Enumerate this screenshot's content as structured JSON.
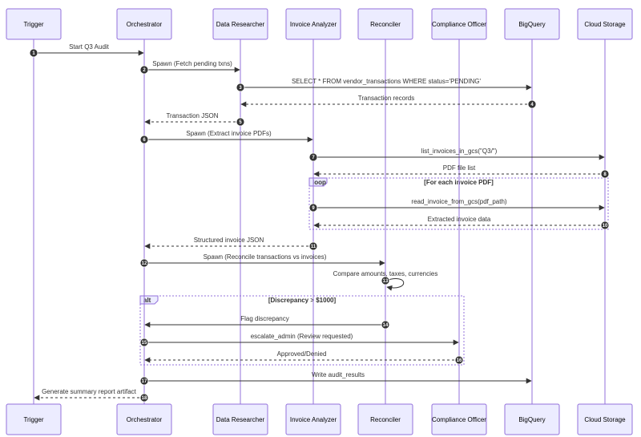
{
  "participants": [
    {
      "id": "trigger",
      "label": "Trigger"
    },
    {
      "id": "orchestrator",
      "label": "Orchestrator"
    },
    {
      "id": "data-researcher",
      "label": "Data Researcher"
    },
    {
      "id": "invoice-analyzer",
      "label": "Invoice Analyzer"
    },
    {
      "id": "reconciler",
      "label": "Reconciler"
    },
    {
      "id": "compliance-officer",
      "label": "Compliance Officer"
    },
    {
      "id": "bigquery",
      "label": "BigQuery"
    },
    {
      "id": "cloud-storage",
      "label": "Cloud Storage"
    }
  ],
  "messages": [
    {
      "num": "1",
      "from": "trigger",
      "to": "orchestrator",
      "label": "Start Q3 Audit",
      "dashed": false
    },
    {
      "num": "2",
      "from": "orchestrator",
      "to": "data-researcher",
      "label": "Spawn (Fetch pending txns)",
      "dashed": false
    },
    {
      "num": "3",
      "from": "data-researcher",
      "to": "bigquery",
      "label": "SELECT * FROM vendor_transactions WHERE status='PENDING'",
      "dashed": false
    },
    {
      "num": "4",
      "from": "bigquery",
      "to": "data-researcher",
      "label": "Transaction records",
      "dashed": true
    },
    {
      "num": "5",
      "from": "data-researcher",
      "to": "orchestrator",
      "label": "Transaction JSON",
      "dashed": true
    },
    {
      "num": "6",
      "from": "orchestrator",
      "to": "invoice-analyzer",
      "label": "Spawn (Extract invoice PDFs)",
      "dashed": false
    },
    {
      "num": "7",
      "from": "invoice-analyzer",
      "to": "cloud-storage",
      "label": "list_invoices_in_gcs(\"Q3/\")",
      "dashed": false
    },
    {
      "num": "8",
      "from": "cloud-storage",
      "to": "invoice-analyzer",
      "label": "PDF file list",
      "dashed": true
    },
    {
      "num": "9",
      "from": "invoice-analyzer",
      "to": "cloud-storage",
      "label": "read_invoice_from_gcs(pdf_path)",
      "dashed": false
    },
    {
      "num": "10",
      "from": "cloud-storage",
      "to": "invoice-analyzer",
      "label": "Extracted invoice data",
      "dashed": true
    },
    {
      "num": "11",
      "from": "invoice-analyzer",
      "to": "orchestrator",
      "label": "Structured invoice JSON",
      "dashed": true
    },
    {
      "num": "12",
      "from": "orchestrator",
      "to": "reconciler",
      "label": "Spawn (Reconcile transactions vs invoices)",
      "dashed": false
    },
    {
      "num": "13",
      "from": "reconciler",
      "to": "reconciler",
      "label": "Compare amounts, taxes, currencies",
      "dashed": false,
      "self": true
    },
    {
      "num": "14",
      "from": "reconciler",
      "to": "orchestrator",
      "label": "Flag discrepancy",
      "dashed": false
    },
    {
      "num": "15",
      "from": "orchestrator",
      "to": "compliance-officer",
      "label": "escalate_admin (Review requested)",
      "dashed": false
    },
    {
      "num": "16",
      "from": "compliance-officer",
      "to": "orchestrator",
      "label": "Approved/Denied",
      "dashed": true
    },
    {
      "num": "17",
      "from": "orchestrator",
      "to": "bigquery",
      "label": "Write audit_results",
      "dashed": false
    },
    {
      "num": "18",
      "from": "orchestrator",
      "to": "trigger",
      "label": "Generate summary report artifact",
      "dashed": true
    }
  ],
  "fragments": [
    {
      "id": "loop",
      "keyword": "loop",
      "condition": "[For each invoice PDF]"
    },
    {
      "id": "alt",
      "keyword": "alt",
      "condition": "[Discrepancy > $1000]"
    }
  ],
  "colors": {
    "box_fill": "#ECECFF",
    "box_stroke": "#9370DB",
    "lifeline": "#9370DB",
    "text": "#333333",
    "arrow": "#333333",
    "badge": "#333333",
    "badge_text": "#ffffff",
    "fragment_stroke": "#AAAA33",
    "fragment_label_fill": "#ECECFF"
  }
}
